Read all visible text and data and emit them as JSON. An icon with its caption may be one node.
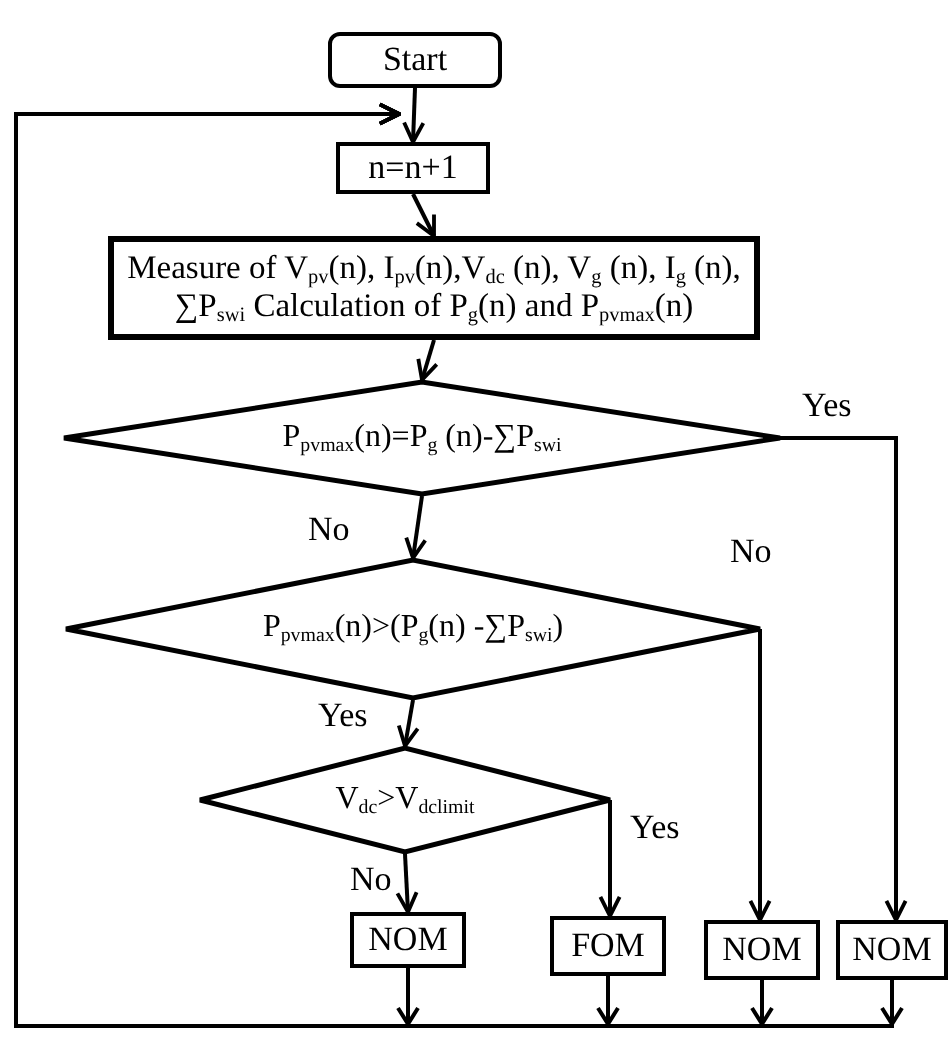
{
  "diagram": {
    "nodes": [
      {
        "text": [
          "Start"
        ]
      },
      {
        "text": [
          "n=n+1"
        ]
      },
      {
        "text": [
          "Measure of V$_{pv}$(n), I$_{pv}$(n),V$_{dc}$ (n), V$_{g}$ (n), I$_{g}$ (n), ∑P$_{swi}$ Calculation of P$_{g}$(n) and P$_{pvmax}$(n)"
        ]
      },
      {
        "text": [
          "P$_{pvmax}$(n)=P$_{g}$ (n)-∑P$_{swi}$"
        ]
      },
      {
        "text": [
          "P$_{pvmax}$(n)>(P$_{g}$(n) -∑P$_{swi}$)"
        ]
      },
      {
        "text": [
          "V$_{dc}$>V$_{dclimit}$"
        ]
      },
      {
        "text": [
          "NOM"
        ]
      },
      {
        "text": [
          "FOM"
        ]
      },
      {
        "text": [
          "NOM"
        ]
      },
      {
        "text": [
          "NOM"
        ]
      }
    ],
    "edges": [
      {
        "from": 0,
        "to": 1,
        "arrow": "to"
      },
      {
        "from": 1,
        "to": 2,
        "arrow": "to"
      },
      {
        "from": 2,
        "to": 3,
        "arrow": "to"
      },
      {
        "from": 3,
        "to": 4,
        "arrow": "to",
        "label": "No"
      },
      {
        "from": 3,
        "to": 9,
        "arrow": "to",
        "label": "Yes"
      },
      {
        "from": 4,
        "to": 5,
        "arrow": "to",
        "label": "Yes"
      },
      {
        "from": 4,
        "to": 8,
        "arrow": "to",
        "label": "No"
      },
      {
        "from": 5,
        "to": 6,
        "arrow": "to",
        "label": "No"
      },
      {
        "from": 5,
        "to": 7,
        "arrow": "to",
        "label": "Yes"
      },
      {
        "from": 6,
        "to": 1,
        "arrow": "to"
      },
      {
        "from": 7,
        "to": 1,
        "arrow": "to"
      },
      {
        "from": 8,
        "to": 1,
        "arrow": "to"
      },
      {
        "from": 9,
        "to": 1,
        "arrow": "to"
      }
    ]
  }
}
